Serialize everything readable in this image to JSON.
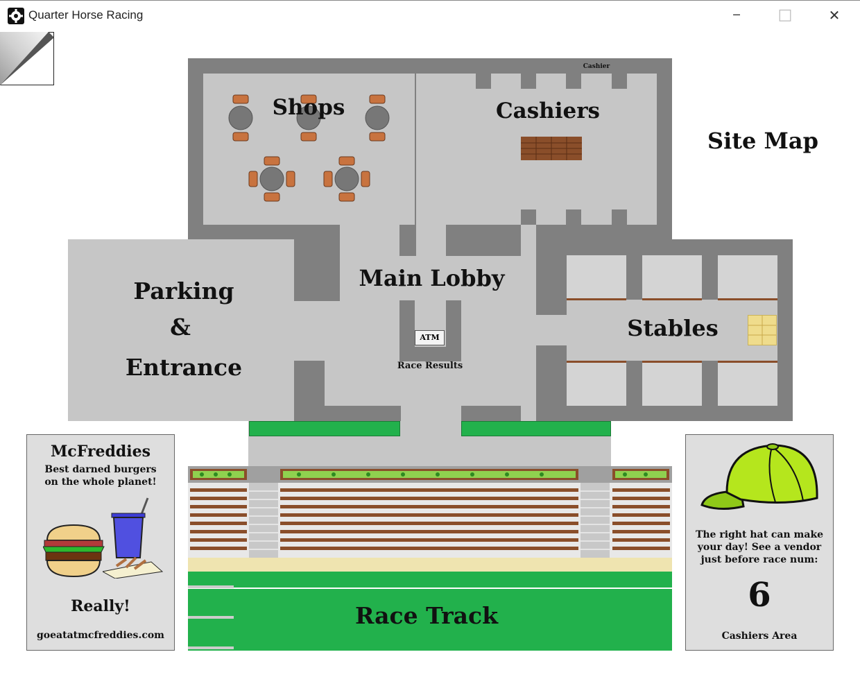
{
  "window": {
    "title": "Quarter Horse Racing",
    "minimize_glyph": "─",
    "maximize_glyph": "□",
    "close_glyph": "✕",
    "app_icon": "gear-icon"
  },
  "map": {
    "site_map_label": "Site Map",
    "shops_label": "Shops",
    "cashiers_label": "Cashiers",
    "cashier_sign": "Cashier",
    "main_lobby_label": "Main Lobby",
    "atm_label": "ATM",
    "race_results_label": "Race Results",
    "parking_line1": "Parking",
    "parking_line2": "&",
    "parking_line3": "Entrance",
    "stables_label": "Stables",
    "race_track_label": "Race Track"
  },
  "ad_left": {
    "brand": "McFreddies",
    "tagline_line1": "Best darned burgers",
    "tagline_line2": "on the whole planet!",
    "exclaim": "Really!",
    "url": "goeatatmcfreddies.com",
    "icons": [
      "burger-icon",
      "drink-cup-icon",
      "fries-icon"
    ]
  },
  "ad_right": {
    "line1": "The right hat can make",
    "line2": "your day!  See a vendor",
    "line3": "just before race num:",
    "race_number": "6",
    "location": "Cashiers Area",
    "icon": "cap-icon"
  },
  "colors": {
    "wall": "#808080",
    "floor": "#c6c6c6",
    "grass": "#22b14c",
    "wood": "#8a4e2a",
    "cap": "#b5e61d"
  }
}
